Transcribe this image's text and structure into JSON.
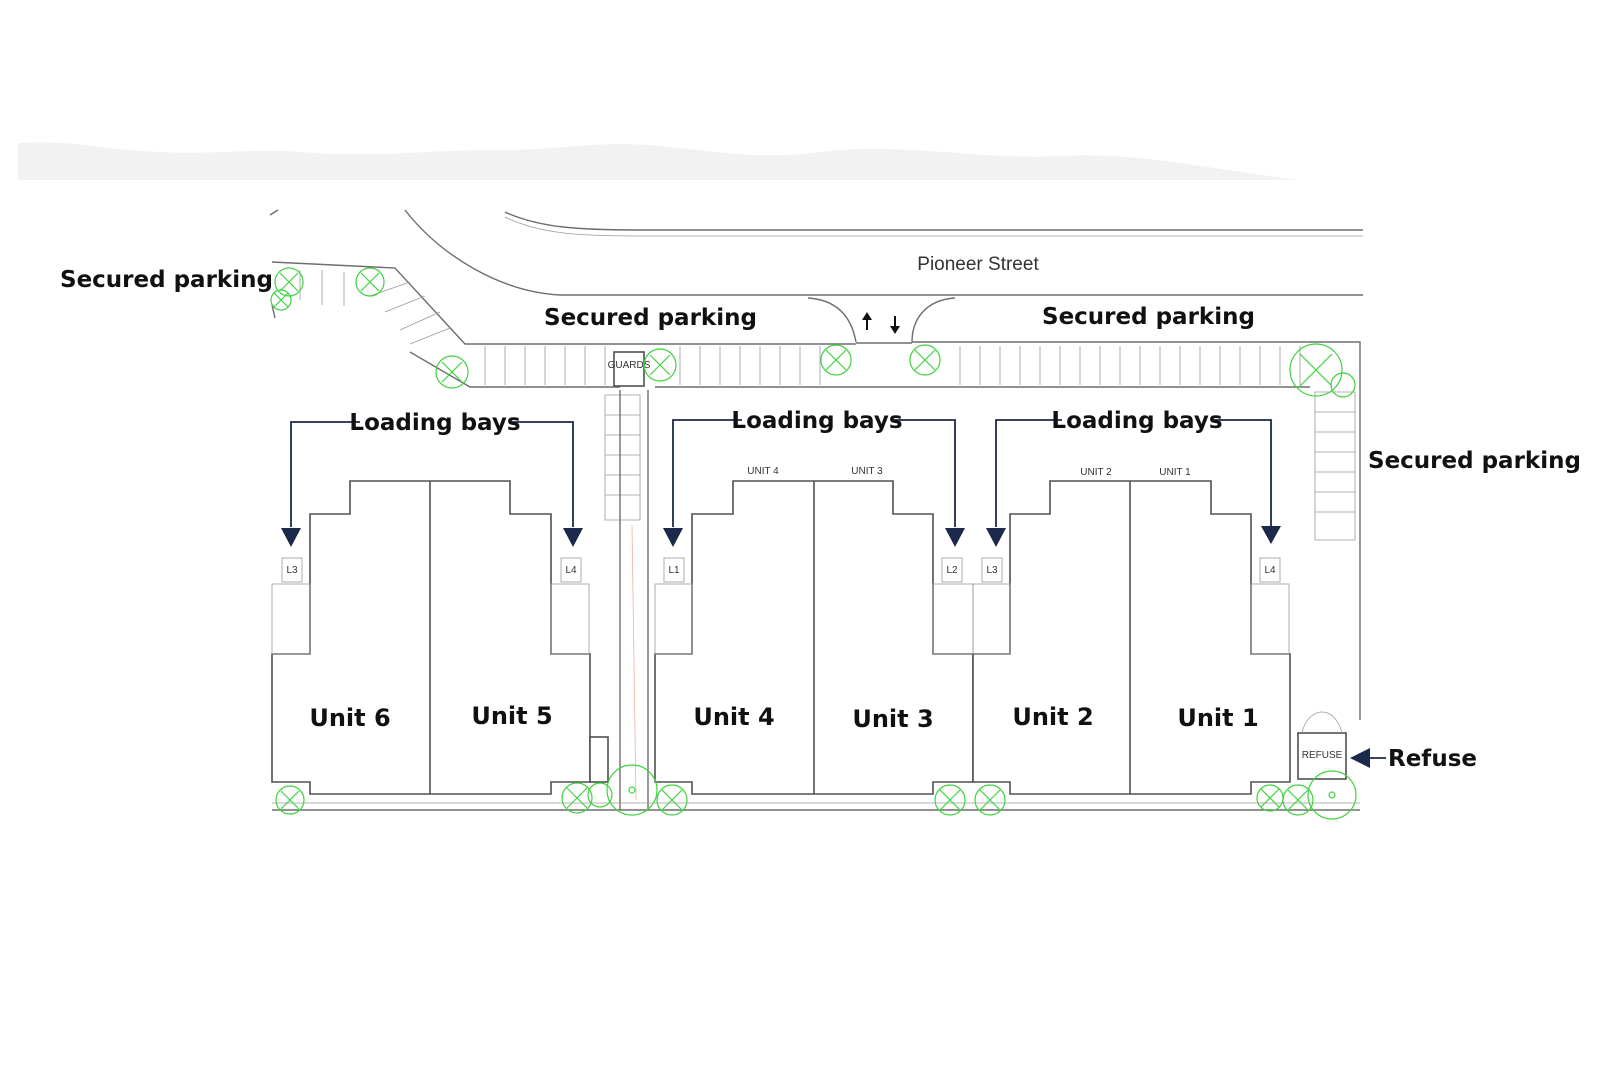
{
  "street": {
    "name": "Pioneer Street"
  },
  "callouts": {
    "parking_left": "Secured parking",
    "parking_center": "Secured parking",
    "parking_right": "Secured parking",
    "parking_far_right": "Secured parking",
    "loading_1": "Loading bays",
    "loading_2": "Loading bays",
    "loading_3": "Loading bays",
    "refuse": "Refuse"
  },
  "units": {
    "u6": "Unit 6",
    "u5": "Unit 5",
    "u4": "Unit 4",
    "u3": "Unit 3",
    "u2": "Unit 2",
    "u1": "Unit 1"
  },
  "plan_labels": {
    "guards": "GUARDS",
    "refuse_box": "REFUSE",
    "unit4_small": "UNIT 4",
    "unit3_small": "UNIT 3",
    "unit2_small": "UNIT 2",
    "unit1_small": "UNIT 1",
    "l3a": "L3",
    "l4a": "L4",
    "l1b": "L1",
    "l2b": "L2",
    "l3c": "L3",
    "l4c": "L4"
  },
  "colors": {
    "arrow": "#1b2a4a",
    "trees": "#3fd23f",
    "outline": "#505050"
  }
}
